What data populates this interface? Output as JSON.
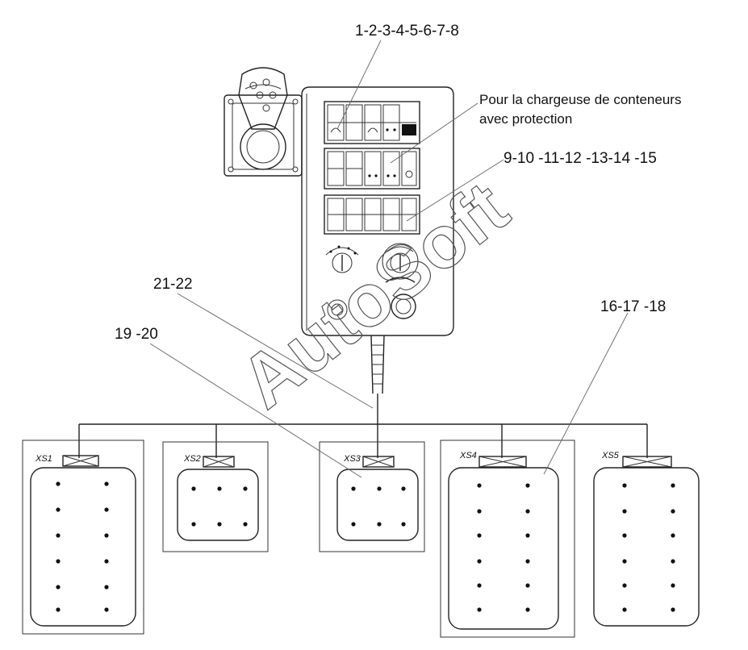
{
  "callouts": {
    "c1_8": "1-2-3-4-5-6-7-8",
    "note_line1": "Pour la chargeuse de conteneurs",
    "note_line2": "avec protection",
    "c9_15": "9-10 -11-12 -13-14 -15",
    "c21_22": "21-22",
    "c19_20": "19 -20",
    "c16_18": "16-17 -18"
  },
  "connectors": [
    {
      "label": "XS1"
    },
    {
      "label": "XS2"
    },
    {
      "label": "XS3"
    },
    {
      "label": "XS4"
    },
    {
      "label": "XS5"
    }
  ],
  "watermark": "AutoSoft"
}
